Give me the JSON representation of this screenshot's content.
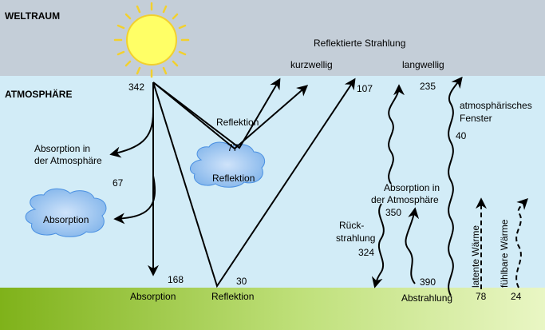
{
  "regions": {
    "space": "WELTRAUM",
    "atmosphere": "ATMOSPHÄRE"
  },
  "headers": {
    "reflected": "Reflektierte Strahlung",
    "shortwave": "kurzwellig",
    "longwave": "langwellig"
  },
  "values": {
    "incoming": "342",
    "reflected_total": "107",
    "reflected_clouds": "77",
    "absorbed_atmosphere": "67",
    "absorbed_surface": "168",
    "reflected_surface": "30",
    "outgoing_longwave": "235",
    "window": "40",
    "atmosphere_emission": "350",
    "back_radiation": "324",
    "surface_emission": "390",
    "latent_heat": "78",
    "sensible_heat": "24"
  },
  "labels": {
    "reflection": "Reflektion",
    "cloud_reflection": "Reflektion",
    "absorption_atmosphere_line1": "Absorption in",
    "absorption_atmosphere_line2": "der Atmosphäre",
    "cloud_absorption": "Absorption",
    "surface_absorption": "Absorption",
    "surface_reflection": "Reflektion",
    "window_line1": "atmosphärisches",
    "window_line2": "Fenster",
    "abs_atm_right_line1": "Absorption in",
    "abs_atm_right_line2": "der Atmosphäre",
    "back_line1": "Rück-",
    "back_line2": "strahlung",
    "emission": "Abstrahlung",
    "latent": "latente Wärme",
    "sensible": "fühlbare Wärme"
  },
  "colors": {
    "space": "#c4ced8",
    "atmosphere": "#d2ecf7",
    "ground_dark": "#7fb21a",
    "ground_light": "#e9f6c4",
    "sun_fill": "#ffff66",
    "sun_ray": "#f2d02e",
    "cloud_fill": "#99c4f0",
    "cloud_edge": "#4a90e2"
  }
}
